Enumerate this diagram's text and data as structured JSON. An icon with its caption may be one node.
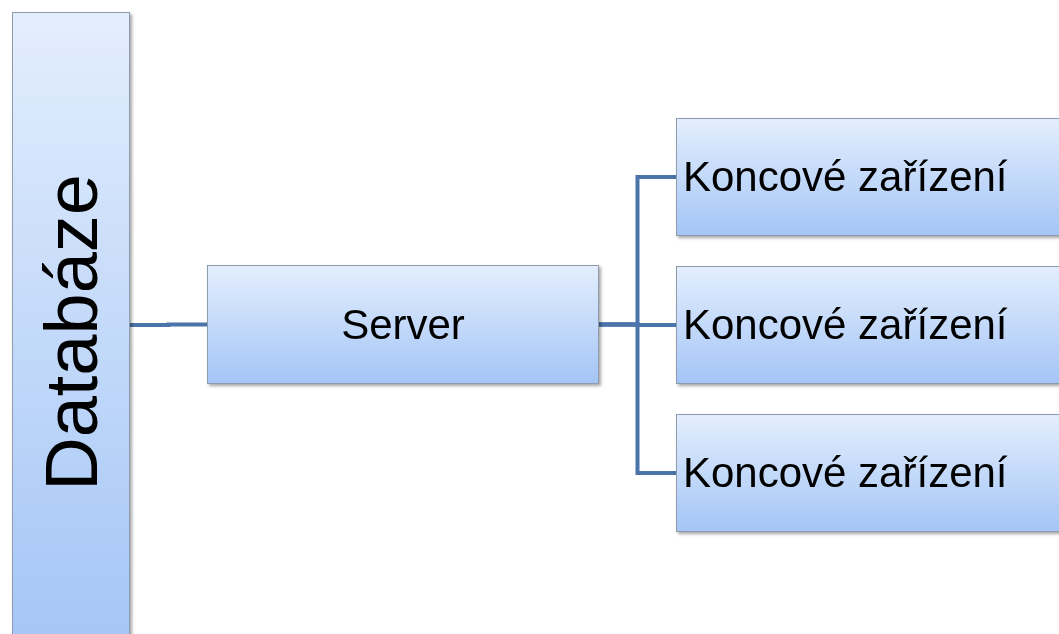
{
  "diagram": {
    "nodes": [
      {
        "text": [
          "Databáze"
        ]
      },
      {
        "text": [
          "Server"
        ]
      },
      {
        "text": [
          "Koncové zařízení"
        ]
      },
      {
        "text": [
          "Koncové zařízení"
        ]
      },
      {
        "text": [
          "Koncové zařízení"
        ]
      }
    ],
    "edges": [
      {
        "from": 0,
        "to": 1,
        "arrow": "none"
      },
      {
        "from": 1,
        "to": 2,
        "arrow": "none"
      },
      {
        "from": 1,
        "to": 3,
        "arrow": "none"
      },
      {
        "from": 1,
        "to": 4,
        "arrow": "none"
      }
    ]
  }
}
